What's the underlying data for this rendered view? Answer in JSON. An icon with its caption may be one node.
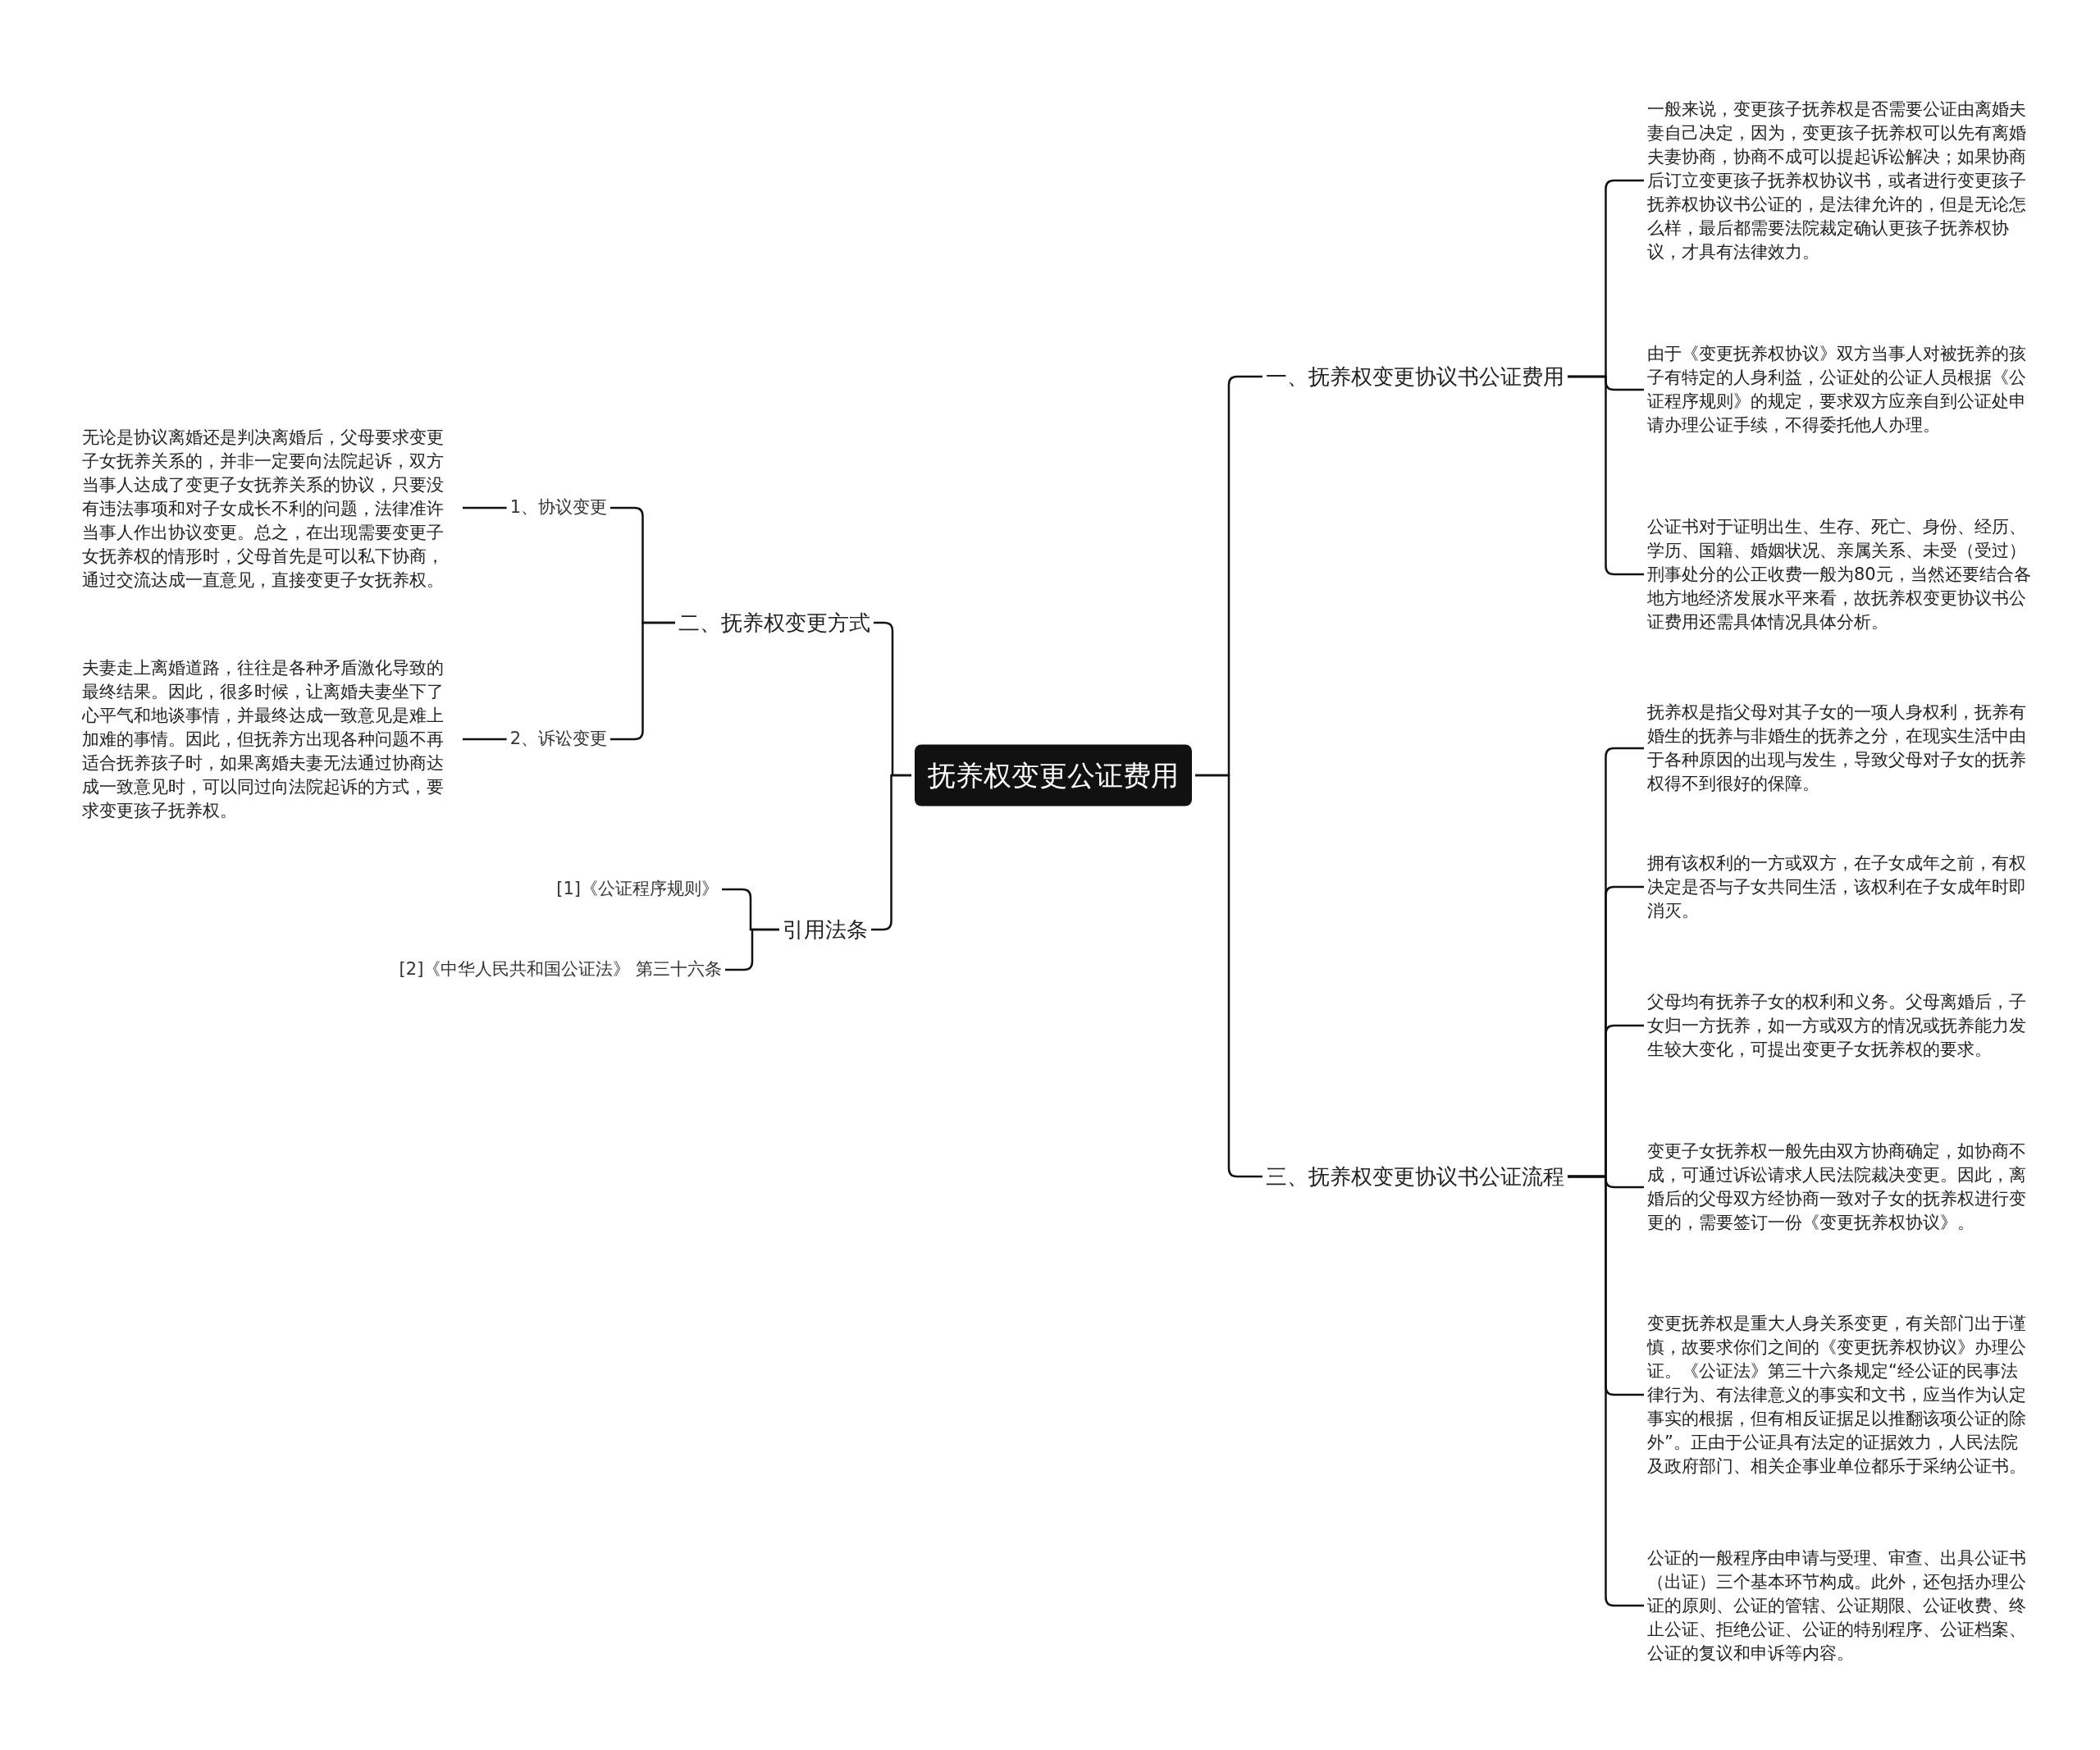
{
  "diagram": {
    "nodes": [
      {
        "text": [
          "抚养权变更公证费用"
        ]
      },
      {
        "text": [
          "一、抚养权变更协议书公证费用"
        ]
      },
      {
        "text": [
          "一般来说，变更孩子抚养权是否需要公证由离婚夫妻自己决定，因为，变更孩子抚养权可以先有离婚夫妻协商，协商不成可以提起诉讼解决；如果协商后订立变更孩子抚养权协议书，或者进行变更孩子抚养权协议书公证的，是法律允许的，但是无论怎么样，最后都需要法院裁定确认更孩子抚养权协议，才具有法律效力。"
        ]
      },
      {
        "text": [
          "由于《变更抚养权协议》双方当事人对被抚养的孩子有特定的人身利益，公证处的公证人员根据《公证程序规则》的规定，要求双方应亲自到公证处申请办理公证手续，不得委托他人办理。"
        ]
      },
      {
        "text": [
          "公证书对于证明出生、生存、死亡、身份、经历、学历、国籍、婚姻状况、亲属关系、未受（受过）刑事处分的公正收费一般为80元，当然还要结合各地方地经济发展水平来看，故抚养权变更协议书公证费用还需具体情况具体分析。"
        ]
      },
      {
        "text": [
          "三、抚养权变更协议书公证流程"
        ]
      },
      {
        "text": [
          "抚养权是指父母对其子女的一项人身权利，抚养有婚生的抚养与非婚生的抚养之分，在现实生活中由于各种原因的出现与发生，导致父母对子女的抚养权得不到很好的保障。"
        ]
      },
      {
        "text": [
          "拥有该权利的一方或双方，在子女成年之前，有权决定是否与子女共同生活，该权利在子女成年时即消灭。"
        ]
      },
      {
        "text": [
          "父母均有抚养子女的权利和义务。父母离婚后，子女归一方抚养，如一方或双方的情况或抚养能力发生较大变化，可提出变更子女抚养权的要求。"
        ]
      },
      {
        "text": [
          "变更子女抚养权一般先由双方协商确定，如协商不成，可通过诉讼请求人民法院裁决变更。因此，离婚后的父母双方经协商一致对子女的抚养权进行变更的，需要签订一份《变更抚养权协议》。"
        ]
      },
      {
        "text": [
          "变更抚养权是重大人身关系变更，有关部门出于谨慎，故要求你们之间的《变更抚养权协议》办理公证。《公证法》第三十六条规定“经公证的民事法律行为、有法律意义的事实和文书，应当作为认定事实的根据，但有相反证据足以推翻该项公证的除外”。正由于公证具有法定的证据效力，人民法院及政府部门、相关企事业单位都乐于采纳公证书。"
        ]
      },
      {
        "text": [
          "公证的一般程序由申请与受理、审查、出具公证书（出证）三个基本环节构成。此外，还包括办理公证的原则、公证的管辖、公证期限、公证收费、终止公证、拒绝公证、公证的特别程序、公证档案、公证的复议和申诉等内容。"
        ]
      },
      {
        "text": [
          "二、抚养权变更方式"
        ]
      },
      {
        "text": [
          "1、协议变更"
        ]
      },
      {
        "text": [
          "无论是协议离婚还是判决离婚后，父母要求变更子女抚养关系的，并非一定要向法院起诉，双方当事人达成了变更子女抚养关系的协议，只要没有违法事项和对子女成长不利的问题，法律准许当事人作出协议变更。总之，在出现需要变更子女抚养权的情形时，父母首先是可以私下协商，通过交流达成一直意见，直接变更子女抚养权。"
        ]
      },
      {
        "text": [
          "2、诉讼变更"
        ]
      },
      {
        "text": [
          "夫妻走上离婚道路，往往是各种矛盾激化导致的最终结果。因此，很多时候，让离婚夫妻坐下了心平气和地谈事情，并最终达成一致意见是难上加难的事情。因此，但抚养方出现各种问题不再适合抚养孩子时，如果离婚夫妻无法通过协商达成一致意见时，可以同过向法院起诉的方式，要求变更孩子抚养权。"
        ]
      },
      {
        "text": [
          "引用法条"
        ]
      },
      {
        "text": [
          "[1]《公证程序规则》"
        ]
      },
      {
        "text": [
          "[2]《中华人民共和国公证法》 第三十六条"
        ]
      }
    ],
    "edges": [
      {
        "from": 0,
        "to": 1,
        "arrow": "none"
      },
      {
        "from": 0,
        "to": 5,
        "arrow": "none"
      },
      {
        "from": 0,
        "to": 12,
        "arrow": "none"
      },
      {
        "from": 0,
        "to": 17,
        "arrow": "none"
      },
      {
        "from": 1,
        "to": 2,
        "arrow": "none"
      },
      {
        "from": 1,
        "to": 3,
        "arrow": "none"
      },
      {
        "from": 1,
        "to": 4,
        "arrow": "none"
      },
      {
        "from": 5,
        "to": 6,
        "arrow": "none"
      },
      {
        "from": 5,
        "to": 7,
        "arrow": "none"
      },
      {
        "from": 5,
        "to": 8,
        "arrow": "none"
      },
      {
        "from": 5,
        "to": 9,
        "arrow": "none"
      },
      {
        "from": 5,
        "to": 10,
        "arrow": "none"
      },
      {
        "from": 5,
        "to": 11,
        "arrow": "none"
      },
      {
        "from": 12,
        "to": 13,
        "arrow": "none"
      },
      {
        "from": 12,
        "to": 15,
        "arrow": "none"
      },
      {
        "from": 13,
        "to": 14,
        "arrow": "none"
      },
      {
        "from": 15,
        "to": 16,
        "arrow": "none"
      },
      {
        "from": 17,
        "to": 18,
        "arrow": "none"
      },
      {
        "from": 17,
        "to": 19,
        "arrow": "none"
      }
    ]
  }
}
